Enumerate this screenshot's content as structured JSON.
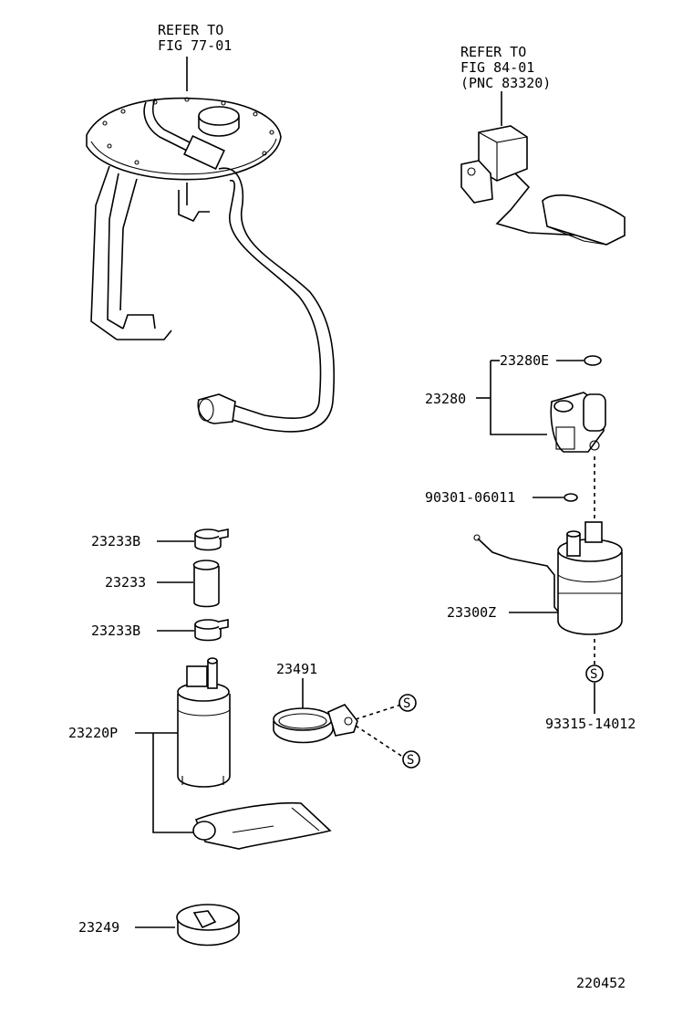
{
  "diagram_id": "220452",
  "references": {
    "fig77_line1": "REFER TO",
    "fig77_line2": "FIG 77-01",
    "fig84_line1": "REFER TO",
    "fig84_line2": "FIG 84-01",
    "fig84_line3": "(PNC 83320)"
  },
  "parts": {
    "p23280E": "23280E",
    "p23280": "23280",
    "p90301": "90301-06011",
    "p23300Z": "23300Z",
    "p93315": "93315-14012",
    "p23233B_top": "23233B",
    "p23233": "23233",
    "p23233B_bottom": "23233B",
    "p23491": "23491",
    "p23220P": "23220P",
    "p23249": "23249"
  },
  "symbols": {
    "screw_mark": "S"
  }
}
